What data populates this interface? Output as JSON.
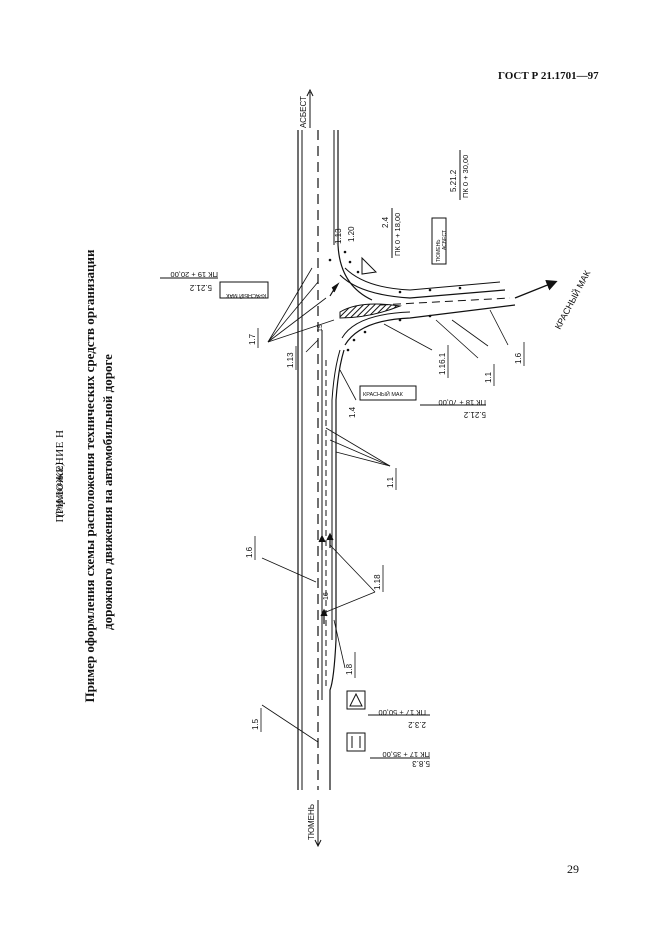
{
  "header": {
    "doc_code": "ГОСТ Р 21.1701—97"
  },
  "footer": {
    "page_number": "29"
  },
  "appendix": {
    "label": "ПРИЛОЖЕНИЕ Н",
    "note": "(справочное)"
  },
  "title": {
    "line1": "Пример оформления схемы расположения технических средств организации",
    "line2": "дорожного движения на автомобильной дороге"
  },
  "directions": {
    "north": "АСБЕСТ",
    "south": "ТЮМЕНЬ",
    "branch": "КРАСНЫЙ МАК"
  },
  "sign_plates": {
    "krasny_mak": "КРАСНЫЙ МАК",
    "tyumen": "ТЮМЕНЬ",
    "asbest": "АСБЕСТ"
  },
  "markings": {
    "m1_1": "1.1",
    "m1_4": "1.4",
    "m1_5": "1.5",
    "m1_6": "1.6",
    "m1_7": "1.7",
    "m1_8": "1.8",
    "m1_13": "1.13",
    "m1_16_1": "1.16.1",
    "m1_18": "1.18",
    "m1_20": "1.20"
  },
  "signs": [
    {
      "code": "5.8.3",
      "pk": "ПК 17 + 35,00"
    },
    {
      "code": "2.3.2",
      "pk": "ПК 17 + 50,00"
    },
    {
      "code": "5.21.2",
      "pk": "ПК 18 + 70,00"
    },
    {
      "code": "5.21.2",
      "pk": "ПК 19 + 20,00"
    },
    {
      "code": "2.4",
      "pk": "ПК 0 + 18,00"
    },
    {
      "code": "5.21.2",
      "pk": "ПК 0 + 30,00"
    }
  ],
  "road_numbers": {
    "n1": "16",
    "n2": "19"
  }
}
